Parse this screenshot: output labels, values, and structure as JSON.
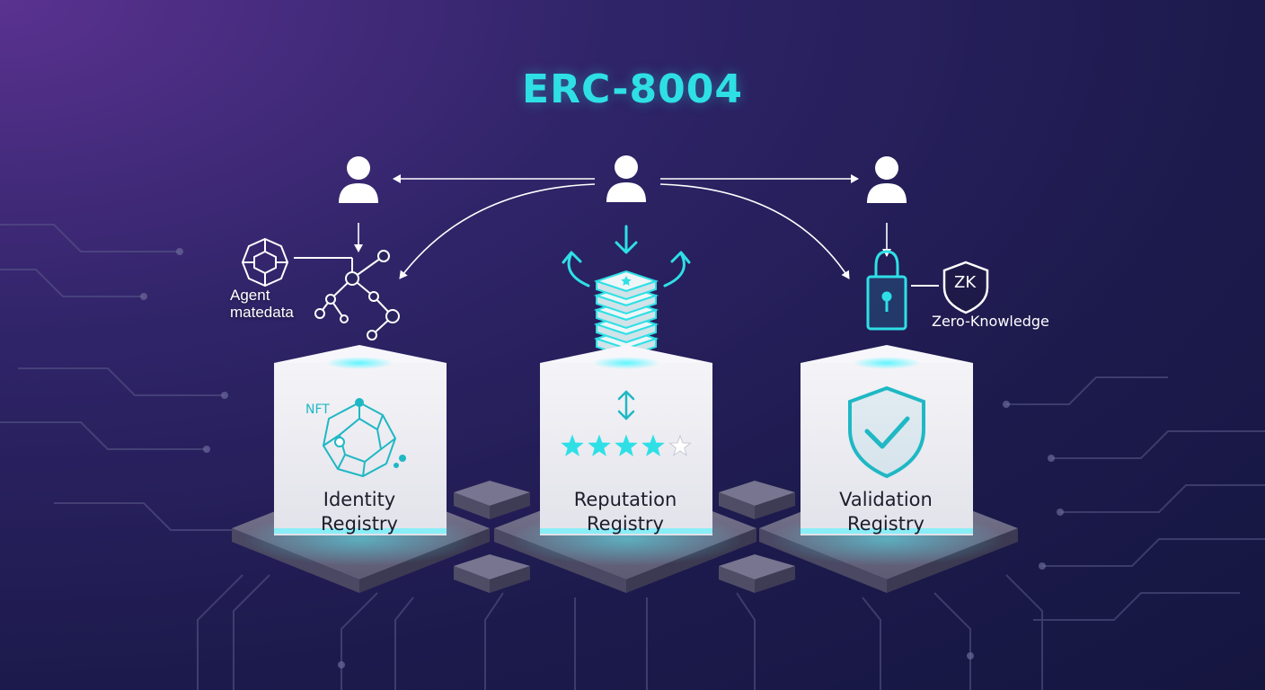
{
  "title": "ERC-8004",
  "identity": {
    "box_line1": "Identity",
    "box_line2": "Registry",
    "nft_label": "NFT",
    "metadata_line1": "Agent",
    "metadata_line2": "matedata"
  },
  "reputation": {
    "box_line1": "Reputation",
    "box_line2": "Registry",
    "rating": 4,
    "rating_max": 5
  },
  "validation": {
    "box_line1": "Validation",
    "box_line2": "Registry",
    "zk_badge": "ZK",
    "zk_label": "Zero-Knowledge"
  },
  "colors": {
    "accent": "#2ee0e6",
    "background_dark": "#151640",
    "background_purple": "#5a3290",
    "box_face": "#f1f1f6"
  },
  "icons": [
    "user-icon",
    "hexagon-network-icon",
    "node-graph-icon",
    "stacked-blocks-icon",
    "star-icon",
    "padlock-icon",
    "shield-check-icon",
    "shield-zk-icon"
  ]
}
